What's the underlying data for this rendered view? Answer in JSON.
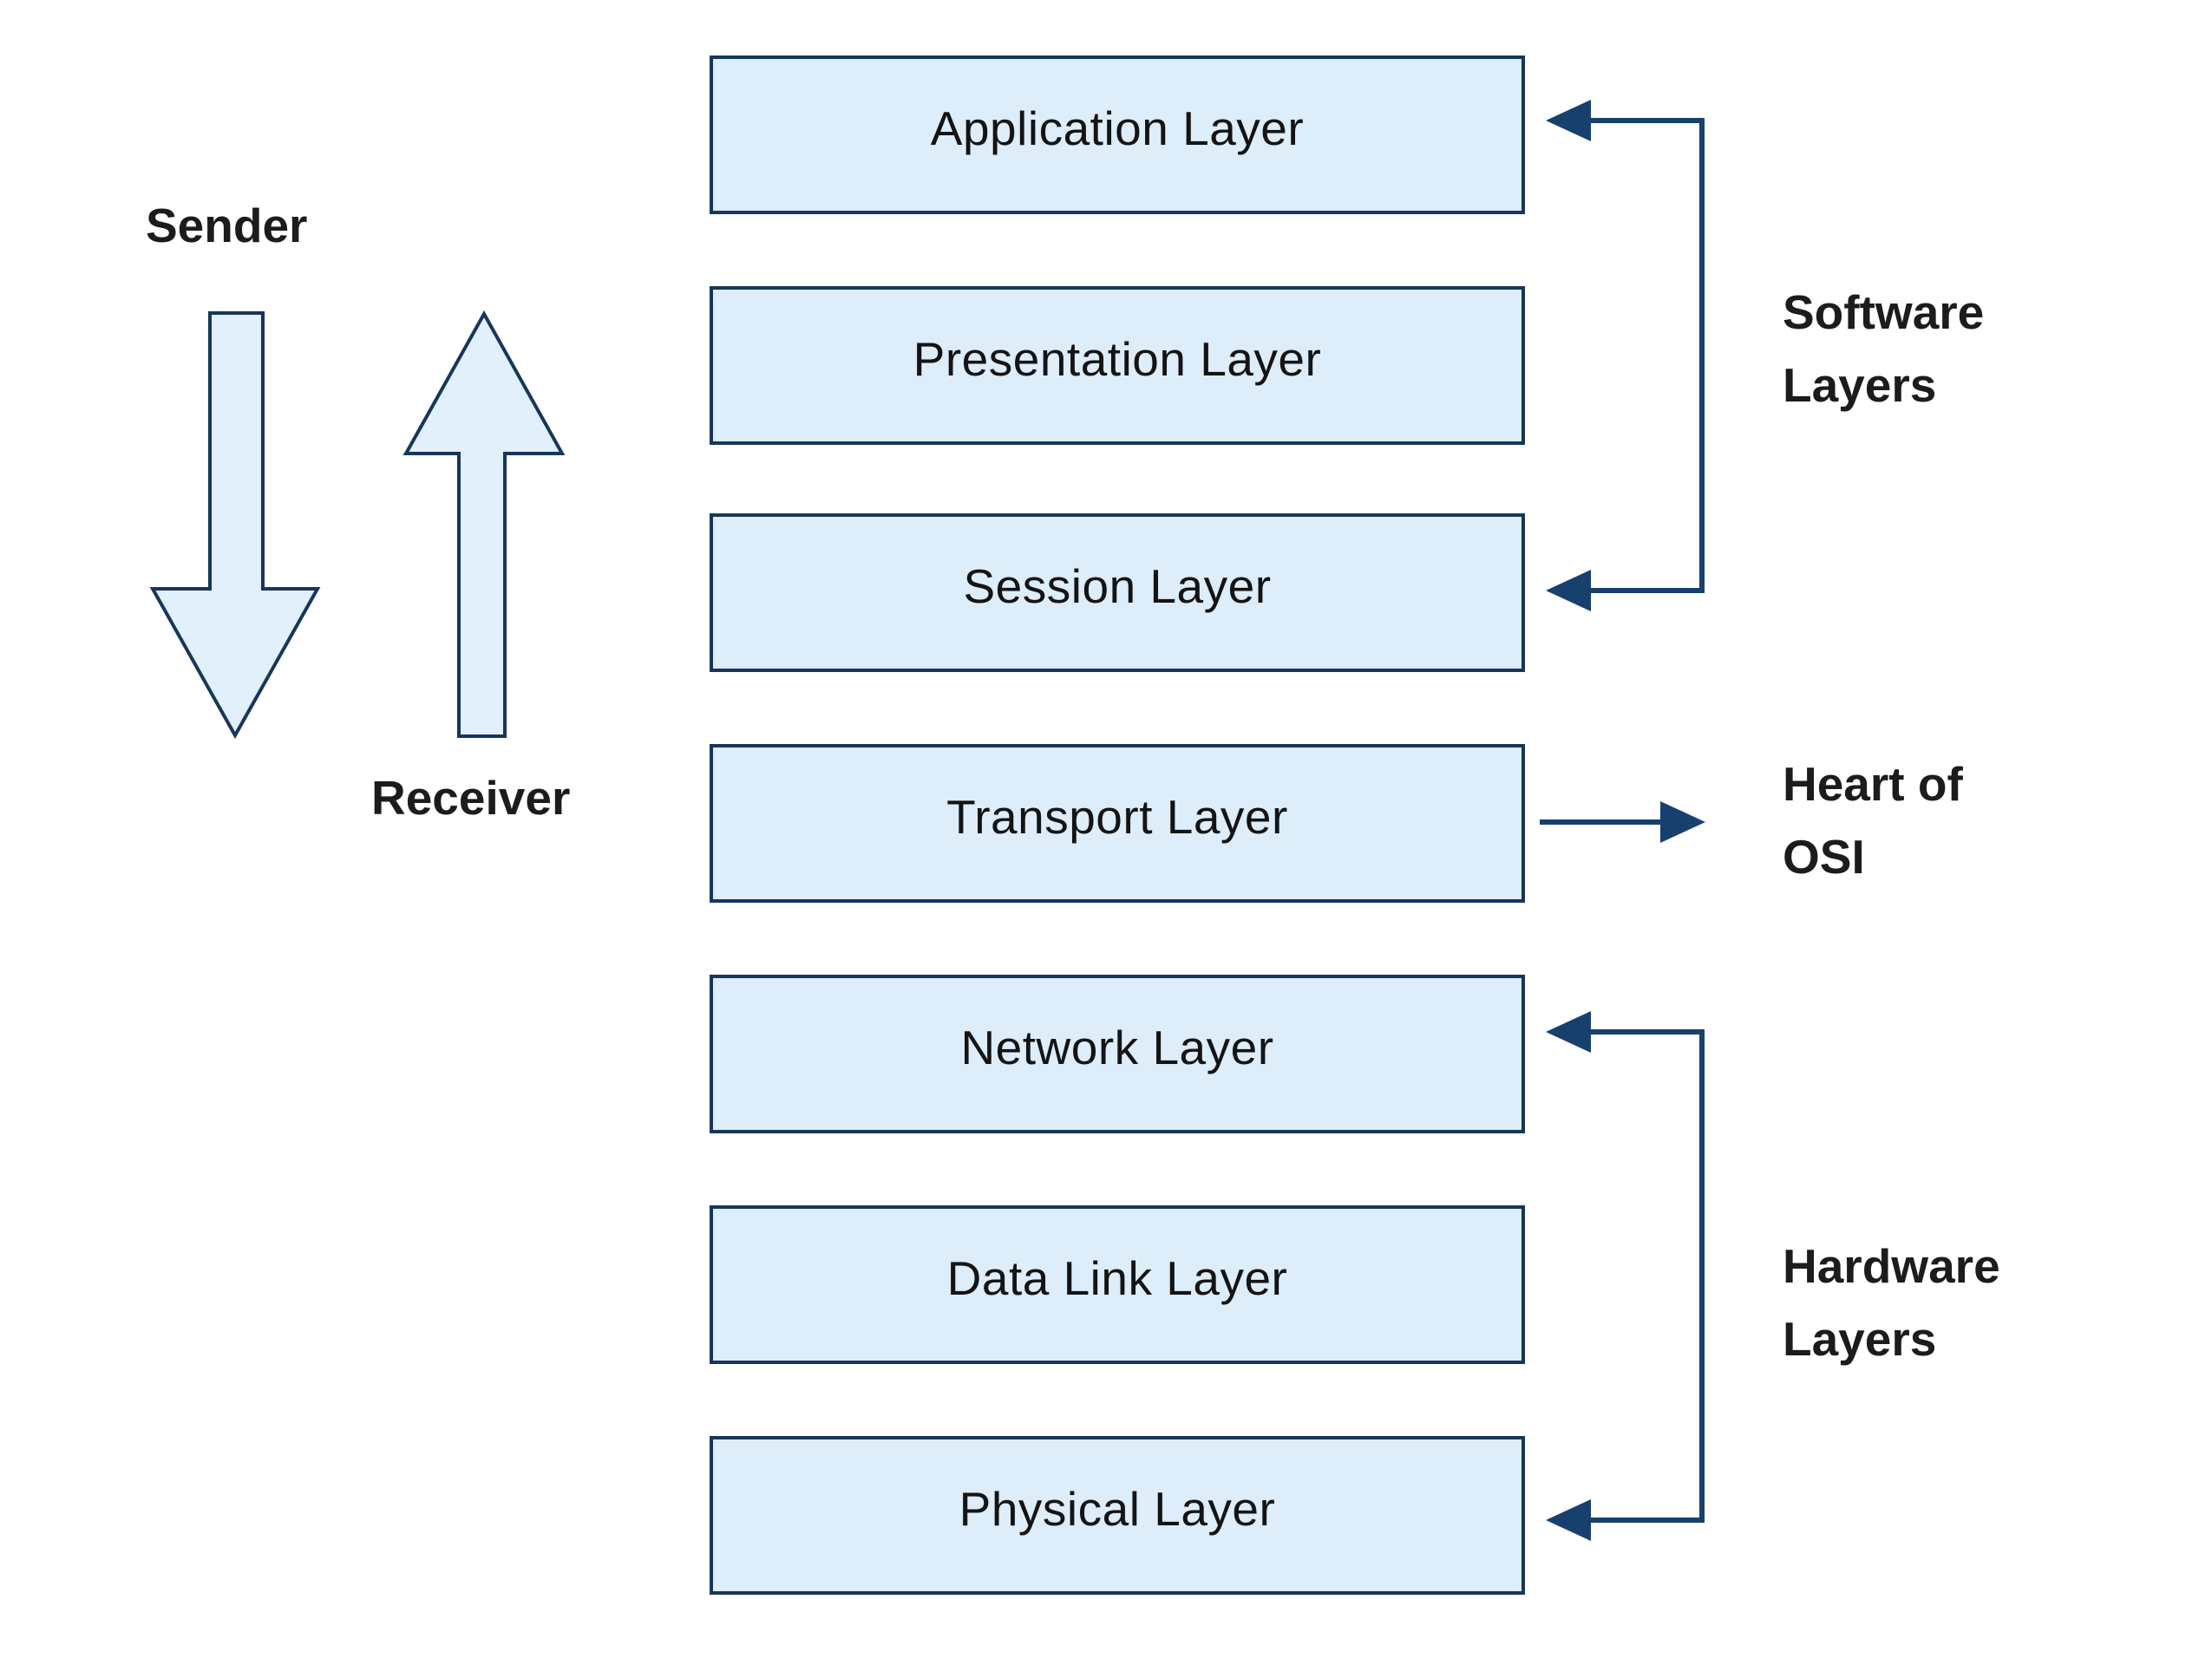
{
  "layers": [
    {
      "label": "Application Layer"
    },
    {
      "label": "Presentation Layer"
    },
    {
      "label": "Session Layer"
    },
    {
      "label": "Transport Layer"
    },
    {
      "label": "Network Layer"
    },
    {
      "label": "Data Link Layer"
    },
    {
      "label": "Physical Layer"
    }
  ],
  "annotations": {
    "sender": "Sender",
    "receiver": "Receiver",
    "software_layers": [
      "Software",
      "Layers"
    ],
    "heart_of_osi": [
      "Heart of",
      "OSI"
    ],
    "hardware_layers": [
      "Hardware",
      "Layers"
    ]
  },
  "colors": {
    "background": "#ffffff",
    "box_fill": "#ddedfa",
    "box_border": "#17365d",
    "box_text": "#141414",
    "label_text": "#1c1c1c",
    "big_arrow_fill": "#e2f0fc",
    "connector": "#17406f"
  }
}
